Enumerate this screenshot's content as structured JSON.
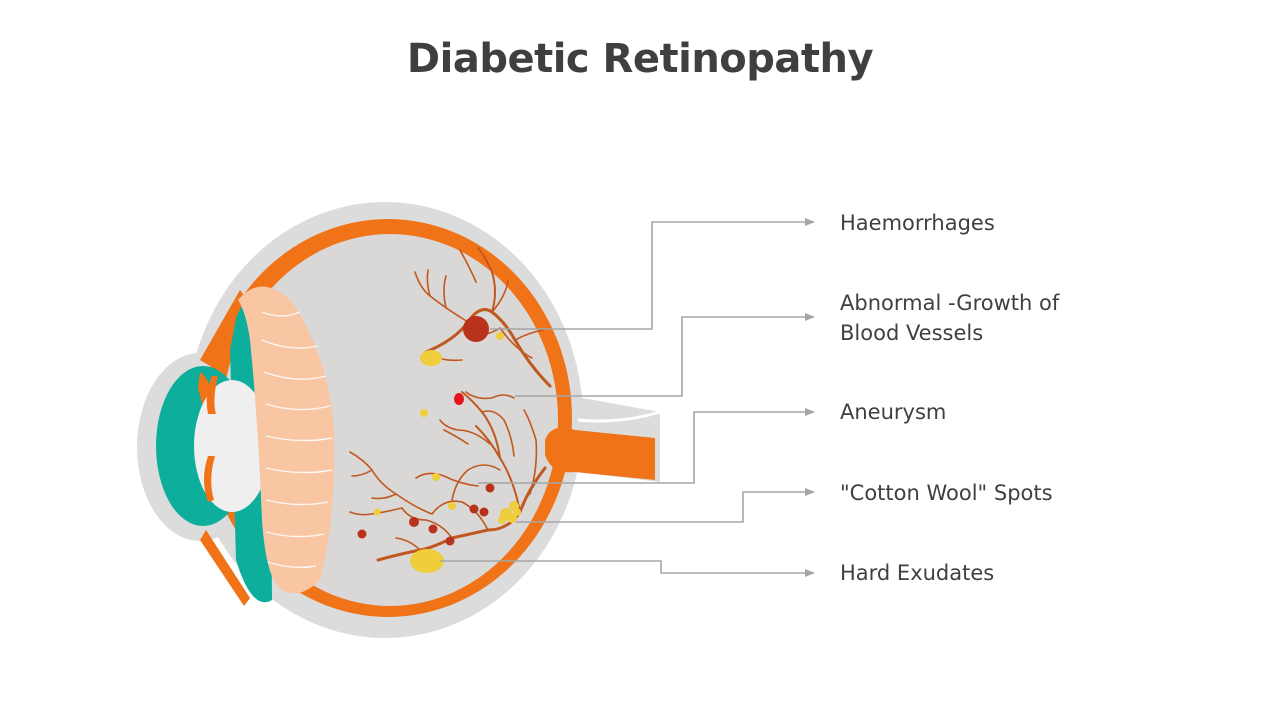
{
  "title": "Diabetic Retinopathy",
  "labels": {
    "haemorrhages": "Haemorrhages",
    "abnormal_growth_line1": "Abnormal  -Growth of",
    "abnormal_growth_line2": "Blood Vessels",
    "aneurysm": "Aneurysm",
    "cotton_wool": "\"Cotton Wool\"  Spots",
    "hard_exudates": "Hard Exudates"
  },
  "colors": {
    "sclera_outline": "#dcdcdc",
    "choroid": "#f07318",
    "vitreous": "#dad7d7",
    "lens": "#f9c6a4",
    "iris": "#0eae9c",
    "cornea": "#efeff0",
    "vessel": "#c0581f",
    "haemorrhage": "#b8321c",
    "aneurysm": "#e3141c",
    "exudate": "#efcd3c",
    "leader_line": "#a6a6a6",
    "text": "#404040"
  }
}
